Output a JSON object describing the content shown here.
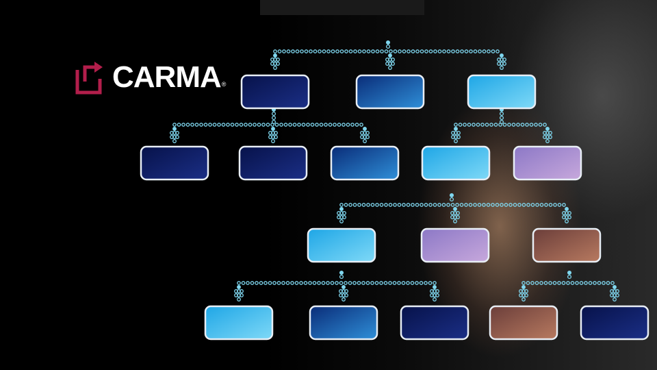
{
  "logo": {
    "name": "CARMA",
    "reg": "®",
    "brand_color": "#B21E4B"
  },
  "colors": {
    "connector_dot": "#7fd6ee",
    "box_border": "#e8eef5"
  },
  "org_chart": {
    "rows": [
      {
        "level": 1,
        "boxes": [
          "dark",
          "mid",
          "light"
        ]
      },
      {
        "level": 2,
        "boxes": [
          "dark",
          "dark",
          "mid",
          "light",
          "lavender"
        ]
      },
      {
        "level": 3,
        "boxes": [
          "light",
          "lavender",
          "skin"
        ]
      },
      {
        "level": 4,
        "boxes": [
          "light",
          "mid",
          "dark",
          "skin",
          "dark"
        ]
      }
    ]
  }
}
